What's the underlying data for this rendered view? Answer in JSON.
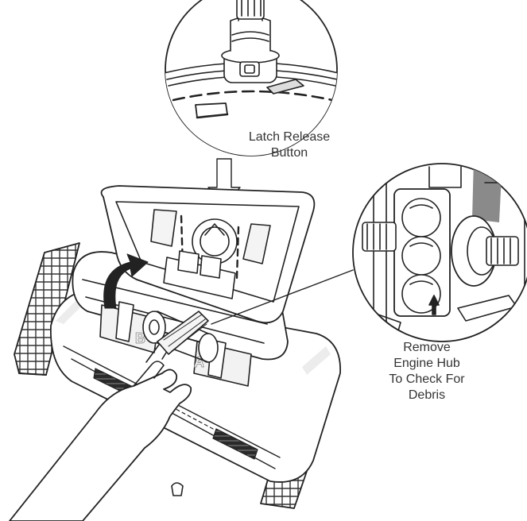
{
  "callouts": {
    "latch_release": [
      "Latch Release",
      "Button"
    ],
    "engine_hub": [
      "Remove",
      "Engine Hub",
      "To Check For",
      "Debris"
    ]
  },
  "markings": {
    "compartment_b": "B",
    "compartment_a": "A"
  },
  "colors": {
    "ink": "#222222",
    "label_text": "#333333",
    "gray_band": "#8a8a8a",
    "light_fill": "#ececec",
    "background": "#ffffff"
  }
}
